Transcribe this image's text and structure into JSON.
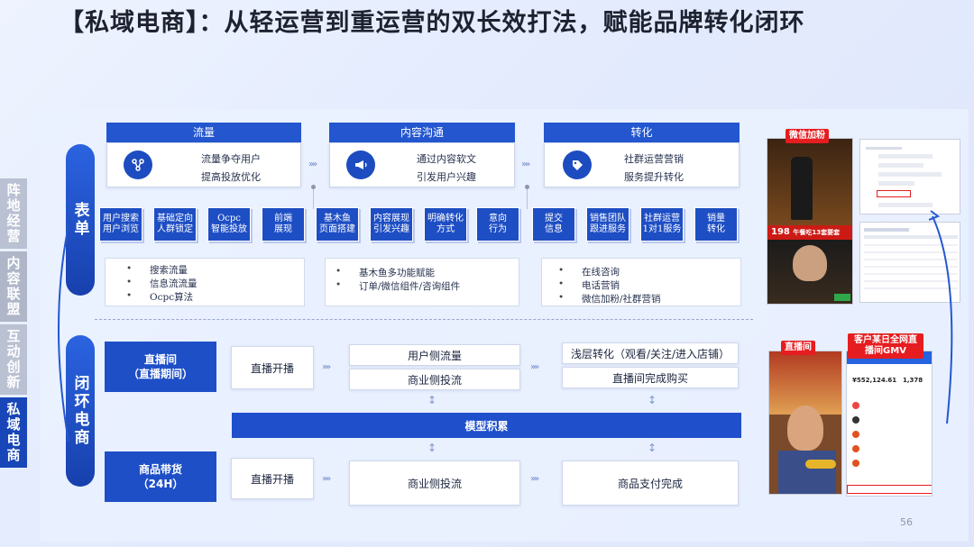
{
  "title": "【私域电商】：从轻运营到重运营的双长效打法，赋能品牌转化闭环",
  "left_nav": [
    {
      "label": "阵地经营"
    },
    {
      "label": "内容联盟"
    },
    {
      "label": "互动创新"
    },
    {
      "label": "私域电商"
    }
  ],
  "sections": {
    "top": "表单",
    "bottom": "闭环电商"
  },
  "top": {
    "stages": [
      {
        "header": "流量",
        "lines": [
          "流量争夺用户",
          "提高投放优化"
        ],
        "icon": "network-icon"
      },
      {
        "header": "内容沟通",
        "lines": [
          "通过内容软文",
          "引发用户兴趣"
        ],
        "icon": "megaphone-icon"
      },
      {
        "header": "转化",
        "lines": [
          "社群运营营销",
          "服务提升转化"
        ],
        "icon": "tag-icon"
      }
    ],
    "steps": [
      [
        "用户搜索",
        "用户浏览"
      ],
      [
        "基础定向",
        "人群锁定"
      ],
      [
        "Ocpc",
        "智能投放"
      ],
      [
        "前端",
        "展现"
      ],
      [
        "基木鱼",
        "页面搭建"
      ],
      [
        "内容展现",
        "引发兴趣"
      ],
      [
        "明确转化",
        "方式"
      ],
      [
        "意向",
        "行为"
      ],
      [
        "提交",
        "信息"
      ],
      [
        "销售团队",
        "跟进服务"
      ],
      [
        "社群运营",
        "1对1服务"
      ],
      [
        "销量",
        "转化"
      ]
    ],
    "bullets": [
      [
        "搜索流量",
        "信息流流量",
        "Ocpc算法"
      ],
      [
        "基木鱼多功能赋能",
        "订单/微信组件/咨询组件"
      ],
      [
        "在线咨询",
        "电话营销",
        "微信加粉/社群营销"
      ]
    ],
    "arrow_glyph": "»»"
  },
  "bottom": {
    "live": {
      "label_line1": "直播间",
      "label_line2": "（直播期间）",
      "start": "直播开播",
      "user_side": "用户侧流量",
      "biz_side": "商业侧投流",
      "shallow": "浅层转化（观看/关注/进入店铺）",
      "complete": "直播间完成购买"
    },
    "model": "模型积累",
    "goods": {
      "label_line1": "商品带货",
      "label_line2": "（24H）",
      "start": "直播开播",
      "biz_side": "商业侧投流",
      "complete": "商品支付完成"
    }
  },
  "right": {
    "wechat_label": "微信加粉",
    "live_label": "直播间",
    "gmv_label_line1": "客户某日全网直",
    "gmv_label_line2": "播间GMV",
    "promo_price": "198",
    "promo_text": "午餐吃13套要套",
    "gmv_value": "¥552,124.61",
    "gmv_count": "1,378"
  },
  "page_number": "56",
  "colors": {
    "primary": "#1e4ec4",
    "accent_red": "#e61d20",
    "nav_active": "#1846b8",
    "nav_inactive": "#b9c1d3"
  }
}
